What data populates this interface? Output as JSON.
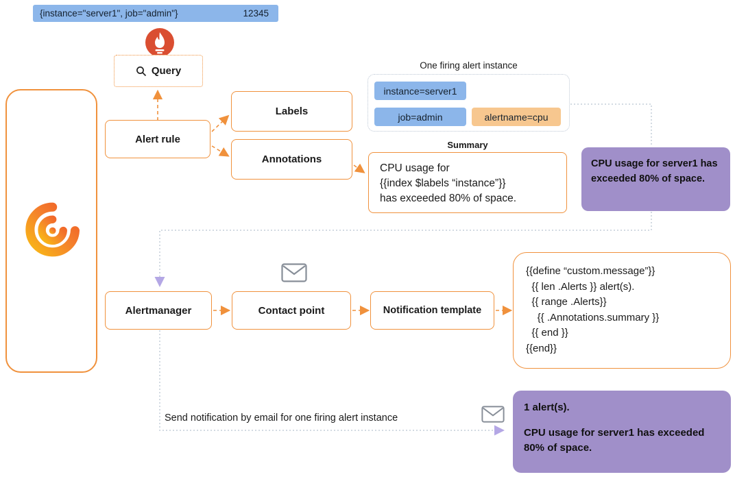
{
  "colors": {
    "accent_orange": "#F0913C",
    "badge_blue": "#8CB6EA",
    "badge_orange": "#F7C78F",
    "purple": "#A08FC9",
    "prometheus_red": "#DA4E31",
    "dotted_line_gray": "#C4CDD9",
    "lavender_arrow": "#B4A7E5"
  },
  "top_badge": {
    "label": "{instance=\"server1\", job=\"admin\"}",
    "value": "12345"
  },
  "query_box": {
    "label": "Query"
  },
  "alert_rule": {
    "label": "Alert rule"
  },
  "labels_box": {
    "label": "Labels"
  },
  "annotations_box": {
    "label": "Annotations"
  },
  "firing_instance": {
    "title": "One firing alert instance",
    "badges": [
      {
        "label": "instance=server1"
      },
      {
        "label": "job=admin"
      },
      {
        "label": "alertname=cpu"
      }
    ]
  },
  "summary": {
    "title": "Summary",
    "lines": [
      "CPU usage for",
      "{{index $labels “instance”}}",
      "has exceeded 80% of space."
    ]
  },
  "rendered_summary": {
    "text": "CPU usage for server1 has exceeded 80% of space."
  },
  "bottom_flow": {
    "alertmanager": "Alertmanager",
    "contact_point": "Contact point",
    "notification_template": "Notification template"
  },
  "template_code": {
    "lines": [
      "{{define “custom.message”}}",
      "  {{ len .Alerts }} alert(s).",
      "  {{ range .Alerts}}",
      "    {{ .Annotations.summary }}",
      "  {{ end }}",
      "{{end}}"
    ]
  },
  "notification_result": {
    "line1": "1 alert(s).",
    "line2": "CPU usage for server1 has exceeded 80% of space."
  },
  "send_note": "Send notification by email for one firing alert instance"
}
